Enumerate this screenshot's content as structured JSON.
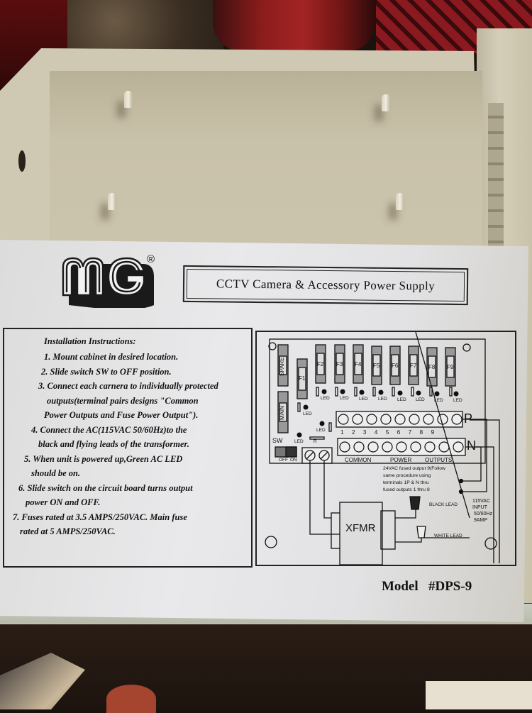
{
  "scene": {
    "description": "Photo of an open beige metal CCTV power supply cabinet with printed instruction label",
    "colors": {
      "cabinet": "#cfc8b3",
      "label": "#e4e4e6",
      "ink": "#111111",
      "jar_red": "#8c1c1c"
    }
  },
  "label": {
    "brand": "MG",
    "registered_mark": "®",
    "title": "CCTV Camera & Accessory Power Supply",
    "model_label": "Model",
    "model_number": "#DPS-9",
    "instructions": {
      "heading": "Installation Instructions:",
      "lines": [
        "1. Mount cabinet in desired location.",
        "2. Slide switch SW to OFF position.",
        "3. Connect each carnera to individually protected",
        "outputs(terminal pairs designs  \"Common",
        "Power Outputs and Fuse Power Output\").",
        "4. Connect the AC(115VAC 50/60Hz)to the",
        "black and flying leads of the transformer.",
        "5. When unit is powered up,Green AC LED",
        "should be on.",
        "6. Slide switch on the circuit board turns output",
        "power ON and OFF.",
        "7. Fuses rated at 3.5 AMPS/250VAC. Main fuse",
        "rated at 5 AMPS/250VAC."
      ]
    },
    "diagram": {
      "spare_fuse": "SPARE",
      "main_fuse": "MAIN",
      "fuses": [
        "F1",
        "F2",
        "F3",
        "F4",
        "F5",
        "F6",
        "F7",
        "F8",
        "F9"
      ],
      "resistor_label": "R",
      "led_label": "LED",
      "switch_label": "SW",
      "switch_off": "OFF",
      "switch_on": "ON",
      "terminal_numbers": [
        "1",
        "2",
        "3",
        "4",
        "5",
        "6",
        "7",
        "8",
        "9"
      ],
      "row_p": "P",
      "row_n": "N",
      "common_label": "COMMON",
      "power_label": "POWER",
      "outputs_label": "OUTPUTS",
      "note_lines": [
        "24VAC fused output 9(Follow",
        "same procedure using",
        "terminals 1P & N thru",
        "fused outputs 1 thru 8"
      ],
      "transformer": "XFMR",
      "black_lead": "BLACK LEAD",
      "white_lead": "WHITE LEAD",
      "input_lines": [
        "115VAC",
        "INPUT",
        "50/60Hz",
        "9AMP"
      ]
    }
  }
}
